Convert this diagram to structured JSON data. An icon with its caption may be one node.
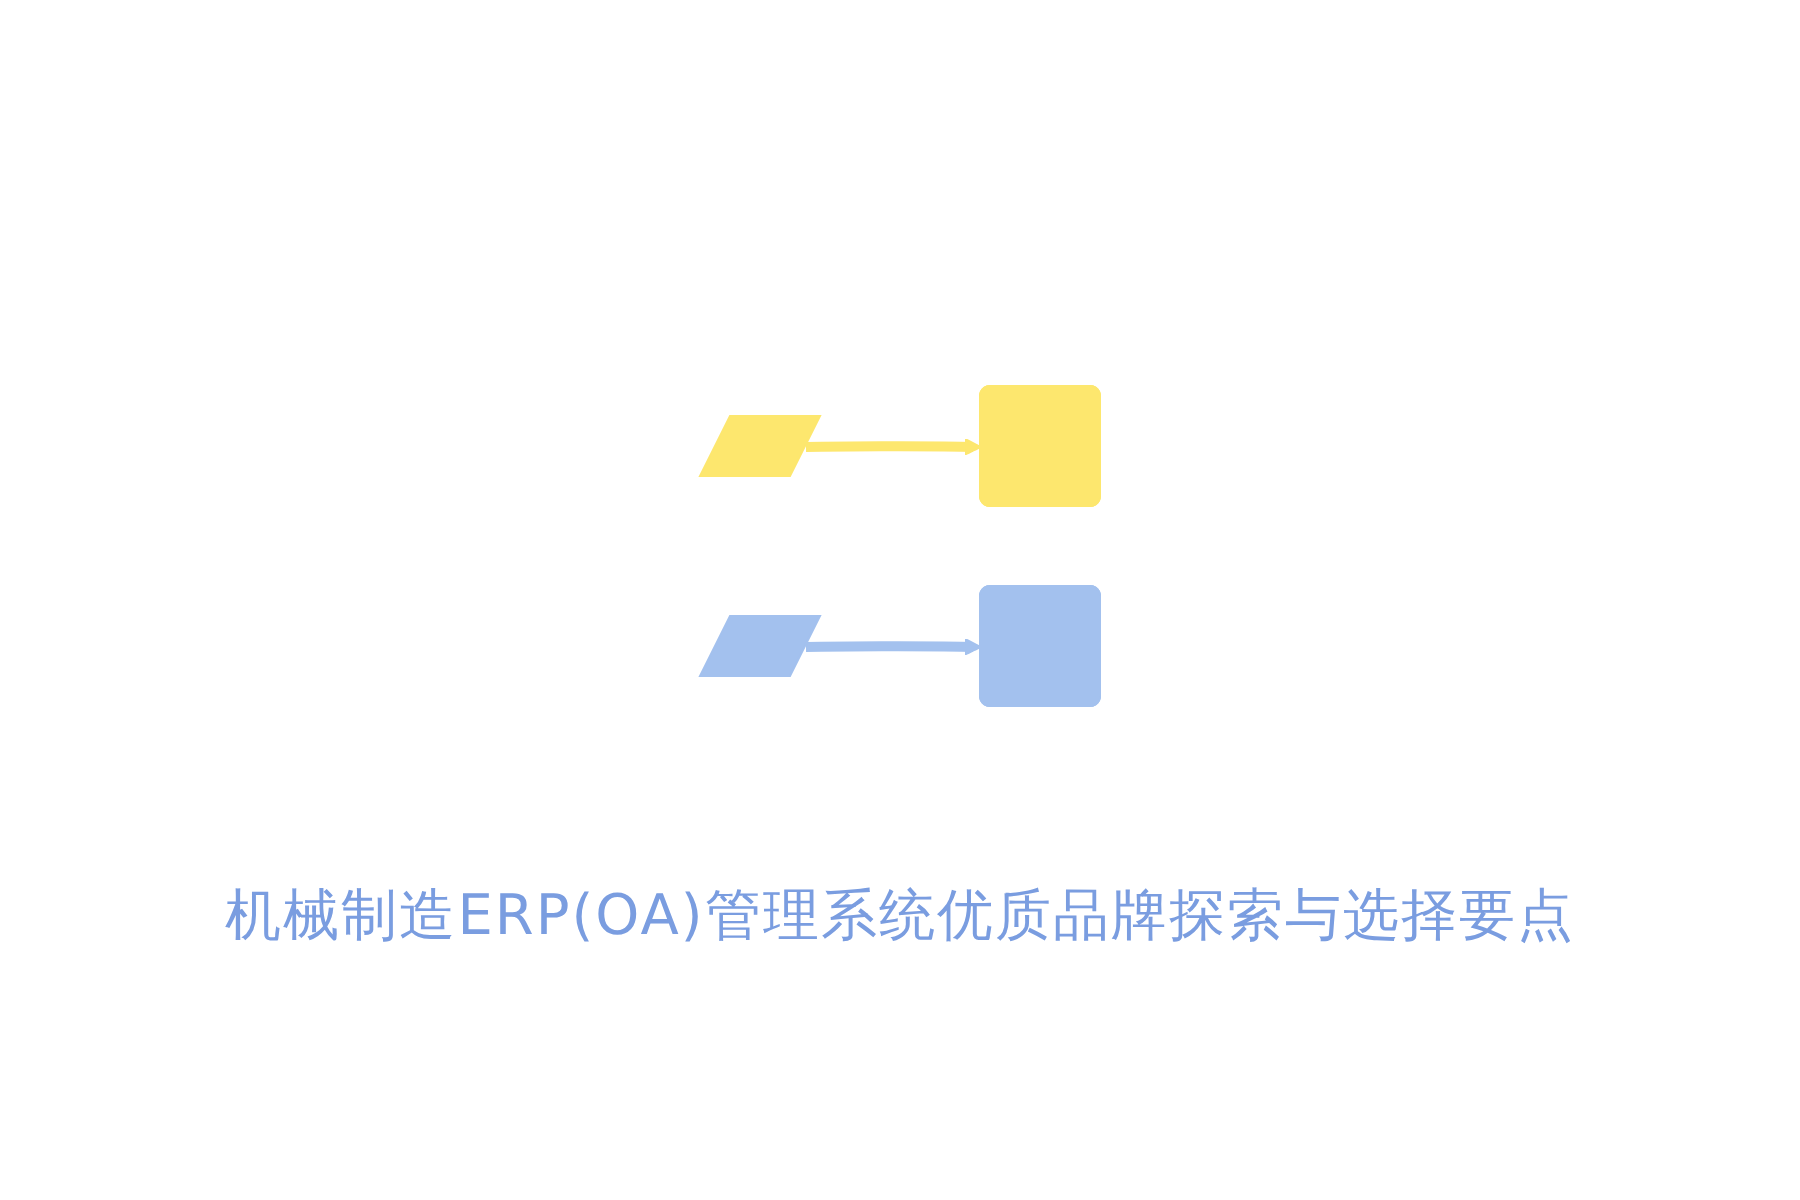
{
  "diagram": {
    "title": "机械制造ERP(OA)管理系统优质品牌探索与选择要点",
    "nodes": [
      {
        "text": [],
        "shape": "parallelogram"
      },
      {
        "text": [],
        "shape": "box"
      },
      {
        "text": [],
        "shape": "parallelogram"
      },
      {
        "text": [],
        "shape": "box"
      }
    ],
    "edges": [
      {
        "from": 0,
        "to": 1,
        "arrow": "to",
        "color": "#fde76e"
      },
      {
        "from": 2,
        "to": 3,
        "arrow": "to",
        "color": "#a3c1ee"
      }
    ]
  }
}
